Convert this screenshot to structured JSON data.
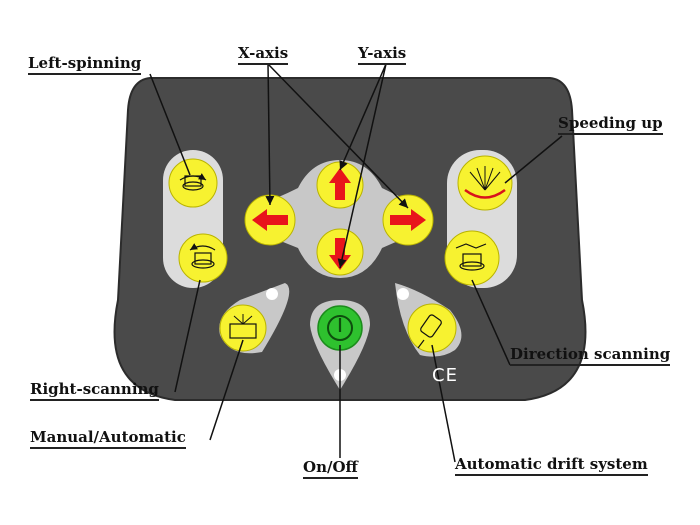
{
  "labels": {
    "left_spinning": "Left-spinning",
    "x_axis": "X-axis",
    "y_axis": "Y-axis",
    "speeding_up": "Speeding up",
    "direction_scanning": "Direction scanning",
    "right_scanning": "Right-scanning",
    "manual_automatic": "Manual/Automatic",
    "on_off": "On/Off",
    "automatic_drift_system": "Automatic drift system"
  },
  "panel_marks": {
    "ce_mark": "CE"
  },
  "icons": {
    "left_spin": "rotate-left-icon",
    "right_scan": "rotate-right-icon",
    "speed": "speed-fan-icon",
    "scan": "scan-icon",
    "manual_auto": "laser-manual-icon",
    "power": "power-icon",
    "drift": "drift-probe-icon"
  },
  "colors": {
    "panel": "#4a4a4a",
    "button_yellow": "#f7f230",
    "arrow_red": "#e8141b",
    "power_green": "#2ec12e",
    "pad_grey": "#c8c8c8"
  }
}
